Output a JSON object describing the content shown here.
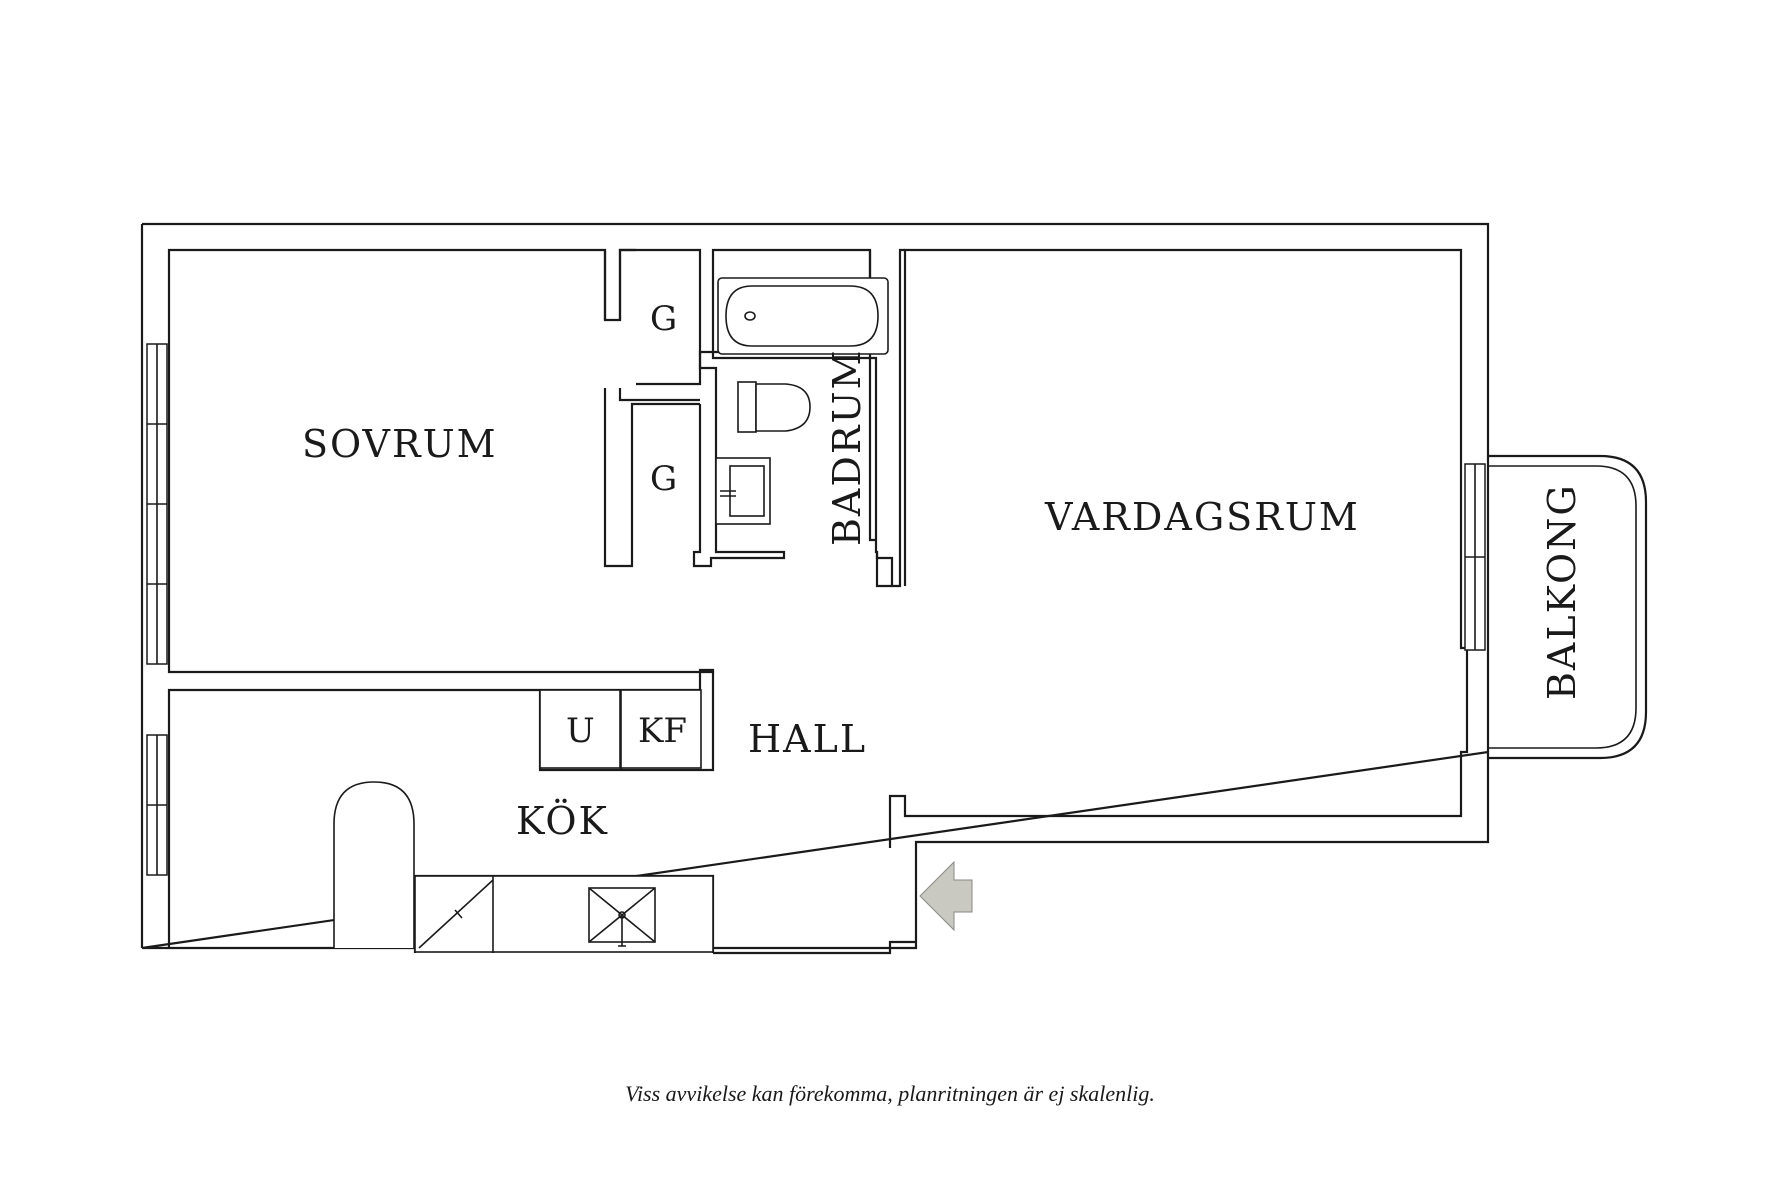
{
  "rooms": {
    "sovrum": "SOVRUM",
    "vardagsrum": "VARDAGSRUM",
    "badrum": "BADRUM",
    "balkong": "BALKONG",
    "hall": "HALL",
    "kok": "KÖK",
    "garderob_1": "G",
    "garderob_2": "G",
    "u": "U",
    "kf": "KF"
  },
  "caption": "Viss avvikelse kan förekomma, planritningen är ej skalenlig.",
  "colors": {
    "wall": "#1a1a1a",
    "entrance_arrow": "#c9c9c2"
  }
}
